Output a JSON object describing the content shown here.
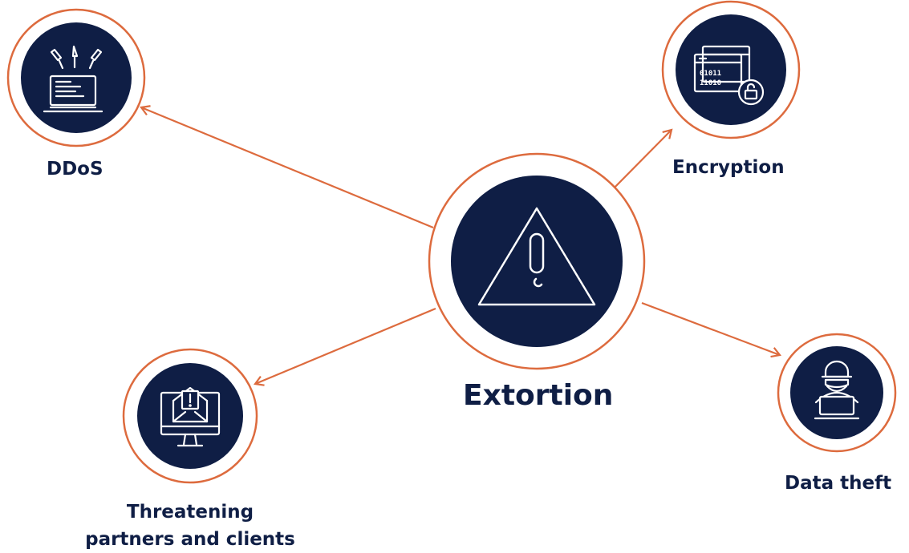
{
  "center": {
    "label": "Extortion",
    "icon": "warning-triangle-icon"
  },
  "nodes": [
    {
      "id": "ddos",
      "label": "DDoS",
      "icon": "ddos-attack-icon"
    },
    {
      "id": "encryption",
      "label": "Encryption",
      "icon": "encrypted-window-lock-icon"
    },
    {
      "id": "data-theft",
      "label": "Data theft",
      "icon": "hacker-laptop-icon"
    },
    {
      "id": "threatening",
      "label_line1": "Threatening",
      "label_line2": "partners and clients",
      "icon": "monitor-mail-alert-icon"
    }
  ],
  "colors": {
    "navy": "#0f1e45",
    "orange": "#dd6b3e",
    "background": "#ffffff",
    "icon_stroke": "#ffffff"
  }
}
